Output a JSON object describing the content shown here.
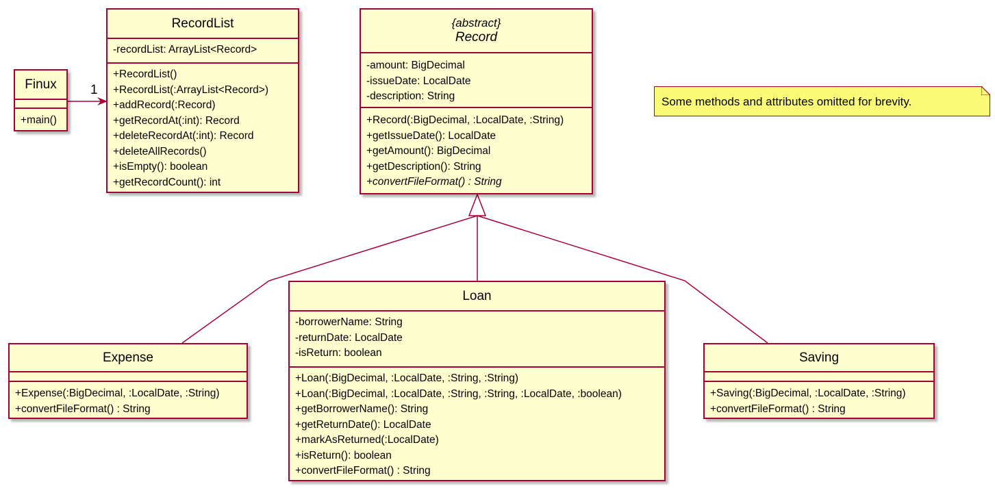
{
  "classes": {
    "finux": {
      "name": "Finux",
      "methods": [
        "+main()"
      ]
    },
    "record_list": {
      "name": "RecordList",
      "attributes": [
        "-recordList: ArrayList<Record>"
      ],
      "methods": [
        "+RecordList()",
        "+RecordList(:ArrayList<Record>)",
        "+addRecord(:Record)",
        "+getRecordAt(:int): Record",
        "+deleteRecordAt(:int): Record",
        "+deleteAllRecords()",
        "+isEmpty(): boolean",
        "+getRecordCount(): int"
      ]
    },
    "record": {
      "stereotype": "{abstract}",
      "name": "Record",
      "attributes": [
        "-amount: BigDecimal",
        "-issueDate: LocalDate",
        "-description: String"
      ],
      "methods": [
        "+Record(:BigDecimal, :LocalDate, :String)",
        "+getIssueDate(): LocalDate",
        "+getAmount(): BigDecimal",
        "+getDescription(): String"
      ],
      "abstract_method": "+convertFileFormat() : String"
    },
    "expense": {
      "name": "Expense",
      "methods": [
        "+Expense(:BigDecimal, :LocalDate, :String)",
        "+convertFileFormat() : String"
      ]
    },
    "loan": {
      "name": "Loan",
      "attributes": [
        "-borrowerName: String",
        "-returnDate: LocalDate",
        "-isReturn: boolean"
      ],
      "methods": [
        "+Loan(:BigDecimal, :LocalDate, :String, :String)",
        "+Loan(:BigDecimal, :LocalDate, :String, :String, :LocalDate, :boolean)",
        "+getBorrowerName(): String",
        "+getReturnDate(): LocalDate",
        "+markAsReturned(:LocalDate)",
        "+isReturn(): boolean",
        "+convertFileFormat() : String"
      ]
    },
    "saving": {
      "name": "Saving",
      "methods": [
        "+Saving(:BigDecimal, :LocalDate, :String)",
        "+convertFileFormat() : String"
      ]
    }
  },
  "association": {
    "multiplicity": "1"
  },
  "note": {
    "text": "Some methods and attributes omitted for brevity."
  },
  "colors": {
    "class_fill": "#fefece",
    "border": "#a80036",
    "note_fill": "#fbfb77"
  }
}
